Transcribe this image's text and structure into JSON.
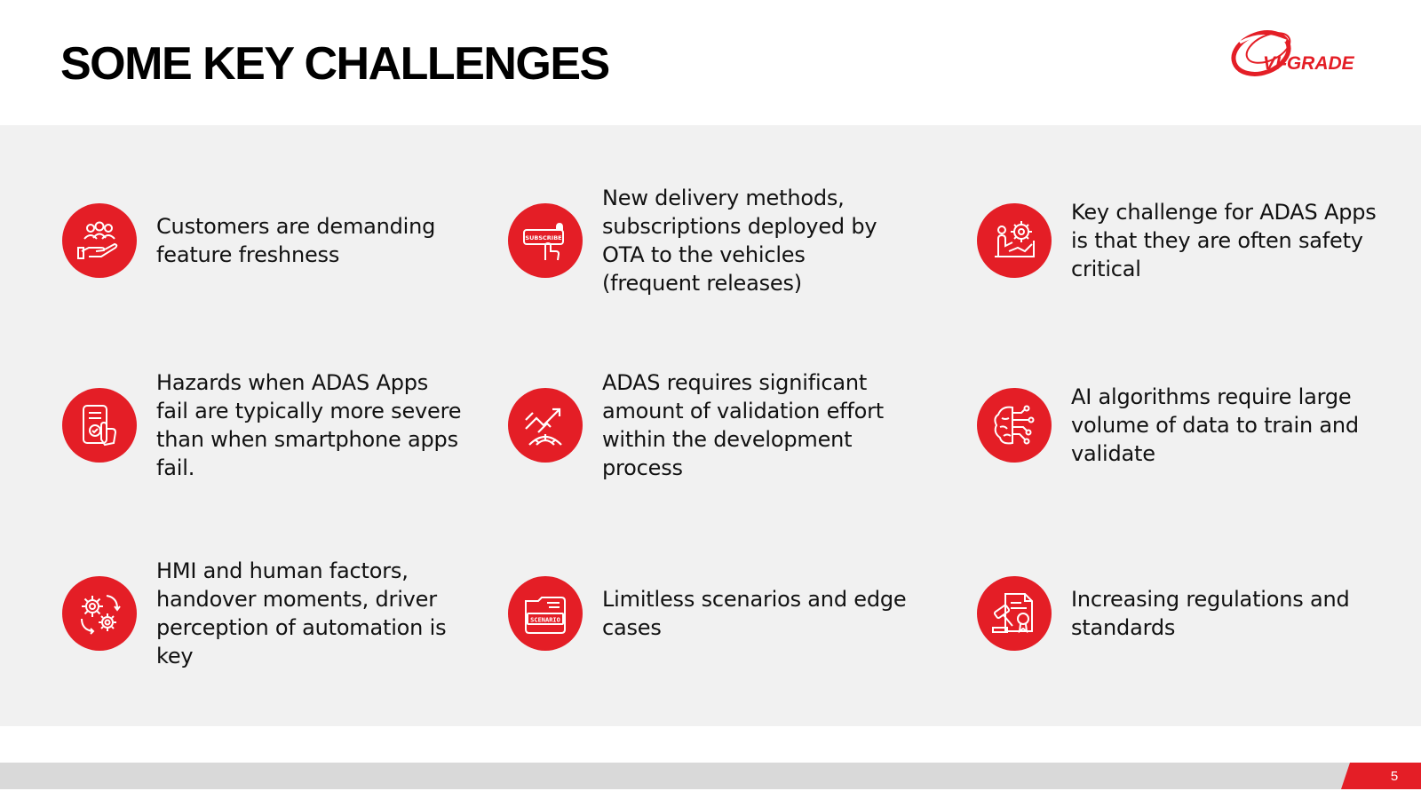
{
  "title": "SOME KEY CHALLENGES",
  "logo": {
    "text": "VI-GRADE",
    "color": "#e41e26"
  },
  "accent_color": "#e41e26",
  "challenges": [
    {
      "icon": "customers-hand-icon",
      "text": "Customers are demanding feature freshness"
    },
    {
      "icon": "subscribe-click-icon",
      "text": "New delivery methods, subscriptions deployed by OTA to the vehicles (frequent releases)"
    },
    {
      "icon": "safety-gear-icon",
      "text": "Key challenge for ADAS Apps is that they are often safety critical"
    },
    {
      "icon": "smartphone-touch-icon",
      "text": "Hazards when ADAS Apps fail are typically more severe than when smartphone apps fail."
    },
    {
      "icon": "growth-chart-icon",
      "text": "ADAS requires significant amount of validation effort within the development process"
    },
    {
      "icon": "ai-brain-icon",
      "text": "AI algorithms require large volume of data to train and validate"
    },
    {
      "icon": "gears-cycle-icon",
      "text": "HMI and human factors, handover moments, driver perception of automation is key"
    },
    {
      "icon": "scenario-folder-icon",
      "text": "Limitless scenarios and edge cases",
      "icon_label": "SCENARIO"
    },
    {
      "icon": "regulation-document-icon",
      "text": "Increasing regulations and standards"
    }
  ],
  "page_number": "5"
}
